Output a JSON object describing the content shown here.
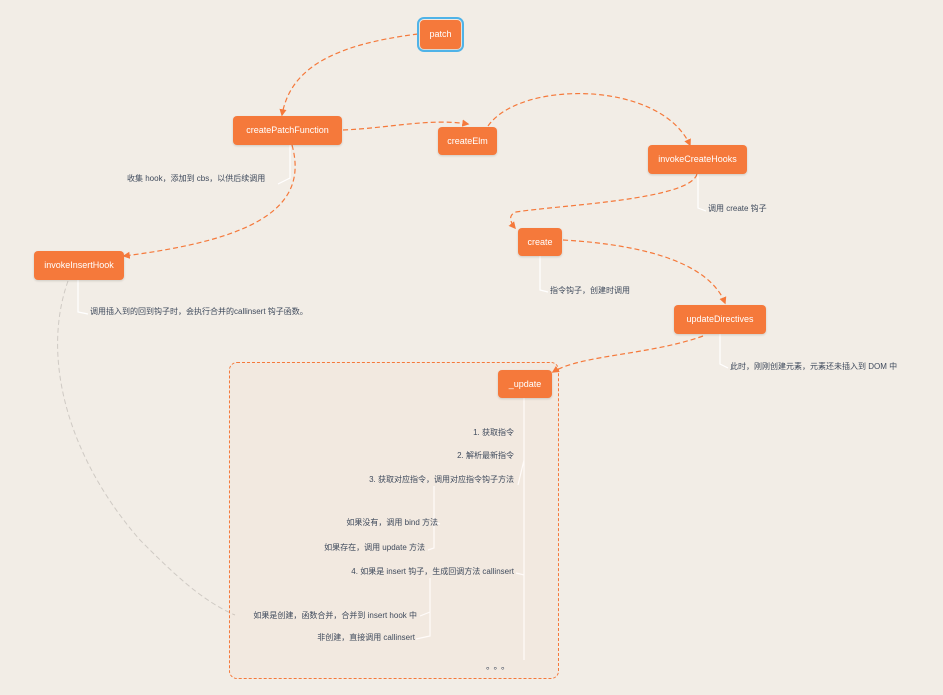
{
  "nodes": {
    "patch": "patch",
    "create_patch_function": "createPatchFunction",
    "create_elm": "createElm",
    "invoke_create_hooks": "invokeCreateHooks",
    "create": "create",
    "invoke_insert_hook": "invokeInsertHook",
    "update_directives": "updateDirectives",
    "update": "_update"
  },
  "notes": {
    "collect_hooks": "收集 hook，添加到 cbs，以供后续调用",
    "call_create_hook": "调用 create 钩子",
    "directive_hook_on_create": "指令钩子，创建时调用",
    "invoke_insert_hook_desc": "调用插入到的回到钩子时，会执行合并的callinsert 钩子函数。",
    "update_directives_desc": "此时，刚刚创建元素，元素还未插入到 DOM 中",
    "step1": "1. 获取指令",
    "step2": "2. 解析最新指令",
    "step3": "3. 获取对应指令，调用对应指令钩子方法",
    "no_bind": "如果没有，调用 bind 方法",
    "exists_update": "如果存在，调用 update 方法",
    "step4": "4. 如果是 insert 钩子，生成回调方法 callinsert",
    "if_create_merge": "如果是创建，函数合并，合并到 insert hook 中",
    "not_create_call": "非创建，直接调用 callinsert",
    "ellipsis": "。。。"
  },
  "colors": {
    "node_fill": "#f5793b",
    "link": "#f5793b",
    "selection": "#4fb3e8",
    "background": "#f2ede6",
    "note_text": "#3f4a5c",
    "connector_gray": "#cfcac4",
    "connector_light": "#ffffff"
  },
  "selected_node": "patch"
}
